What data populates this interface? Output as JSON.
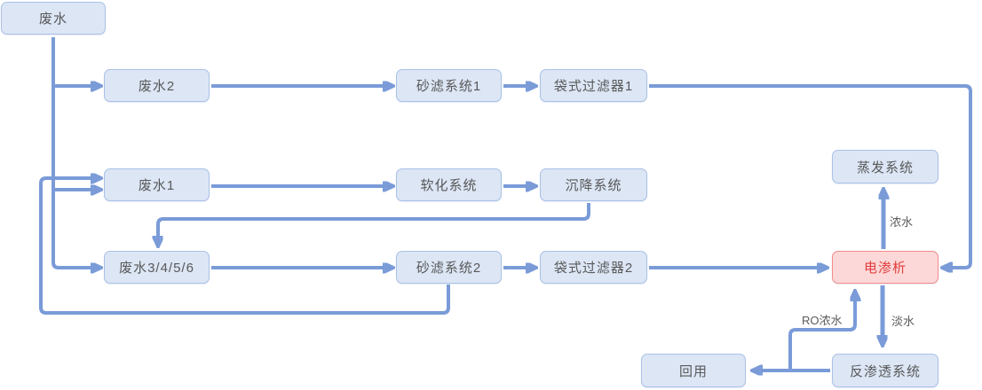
{
  "diagram": {
    "type": "flowchart",
    "language": "zh-CN",
    "colors": {
      "node_fill": "#dce6f5",
      "node_border": "#aac1e6",
      "node_text": "#595959",
      "highlight_fill": "#fdd8d8",
      "highlight_border": "#f28b8b",
      "highlight_text": "#e23c3c",
      "connector": "#7a9bd8",
      "label_text": "#595959",
      "background": "#ffffff"
    },
    "nodes": [
      {
        "id": "wastewater",
        "label": "废水"
      },
      {
        "id": "wastewater-2",
        "label": "废水2"
      },
      {
        "id": "sand-filter-1",
        "label": "砂滤系统1"
      },
      {
        "id": "bag-filter-1",
        "label": "袋式过滤器1"
      },
      {
        "id": "wastewater-1",
        "label": "废水1"
      },
      {
        "id": "softening",
        "label": "软化系统"
      },
      {
        "id": "sedimentation",
        "label": "沉降系统"
      },
      {
        "id": "wastewater-3456",
        "label": "废水3/4/5/6"
      },
      {
        "id": "sand-filter-2",
        "label": "砂滤系统2"
      },
      {
        "id": "bag-filter-2",
        "label": "袋式过滤器2"
      },
      {
        "id": "electrodialysis",
        "label": "电渗析",
        "highlighted": true
      },
      {
        "id": "evaporation",
        "label": "蒸发系统"
      },
      {
        "id": "reuse",
        "label": "回用"
      },
      {
        "id": "reverse-osmosis",
        "label": "反渗透系统"
      }
    ],
    "edge_labels": {
      "concentrate": "浓水",
      "fresh_water": "淡水",
      "ro_concentrate": "RO浓水"
    },
    "edges": [
      {
        "from": "废水",
        "to": "废水2"
      },
      {
        "from": "废水",
        "to": "废水1"
      },
      {
        "from": "废水",
        "to": "废水3/4/5/6"
      },
      {
        "from": "废水2",
        "to": "砂滤系统1"
      },
      {
        "from": "砂滤系统1",
        "to": "袋式过滤器1"
      },
      {
        "from": "袋式过滤器1",
        "to": "电渗析"
      },
      {
        "from": "废水1",
        "to": "软化系统"
      },
      {
        "from": "软化系统",
        "to": "沉降系统"
      },
      {
        "from": "沉降系统",
        "to": "废水3/4/5/6"
      },
      {
        "from": "废水3/4/5/6",
        "to": "砂滤系统2"
      },
      {
        "from": "砂滤系统2",
        "to": "袋式过滤器2"
      },
      {
        "from": "砂滤系统2",
        "to": "废水1"
      },
      {
        "from": "袋式过滤器2",
        "to": "电渗析"
      },
      {
        "from": "电渗析",
        "to": "蒸发系统",
        "label": "浓水"
      },
      {
        "from": "电渗析",
        "to": "反渗透系统",
        "label": "淡水"
      },
      {
        "from": "反渗透系统",
        "to": "回用"
      },
      {
        "from": "反渗透系统",
        "to": "电渗析",
        "label": "RO浓水"
      }
    ]
  }
}
